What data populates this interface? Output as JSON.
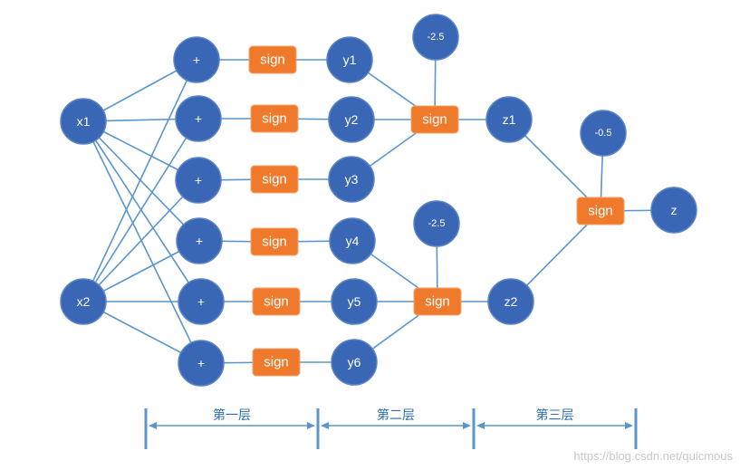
{
  "colors": {
    "circle": "#3a67b5",
    "circle_edge": "#5b84c7",
    "box": "#f07a2c",
    "box_edge": "#f6a36a",
    "line": "#5a96cc",
    "layer_text": "#2d6fb0"
  },
  "nodes": {
    "x1": "x1",
    "x2": "x2",
    "p1": "+",
    "p2": "+",
    "p3": "+",
    "p4": "+",
    "p5": "+",
    "p6": "+",
    "s1": "sign",
    "s2": "sign",
    "s3": "sign",
    "s4": "sign",
    "s5": "sign",
    "s6": "sign",
    "y1": "y1",
    "y2": "y2",
    "y3": "y3",
    "y4": "y4",
    "y5": "y5",
    "y6": "y6",
    "b1": "-2.5",
    "b2": "-2.5",
    "b3": "-0.5",
    "t1": "sign",
    "t2": "sign",
    "t3": "sign",
    "z1": "z1",
    "z2": "z2",
    "z": "z"
  },
  "layers": [
    "第一层",
    "第二层",
    "第三层"
  ],
  "watermark": "https://blog.csdn.net/quicmous"
}
